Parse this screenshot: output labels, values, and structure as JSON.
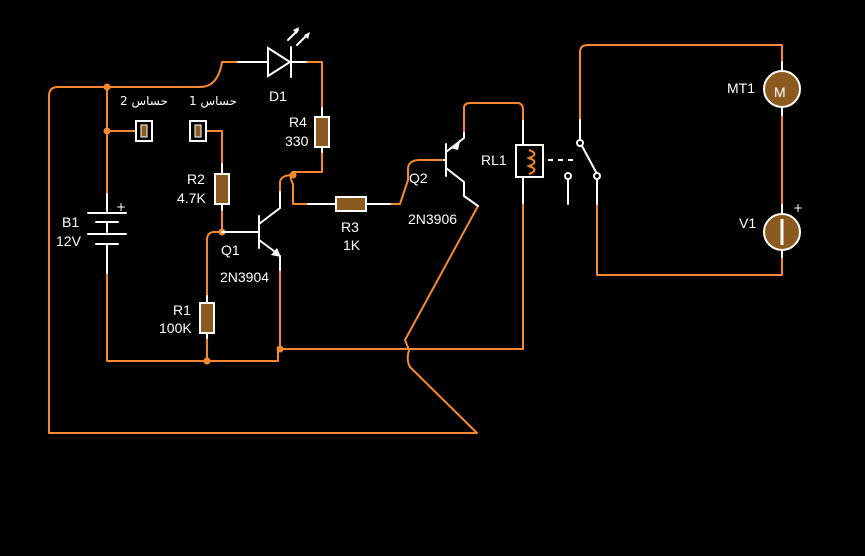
{
  "colors": {
    "background": "#000000",
    "wire": "#f7882f",
    "component_fill": "#8a5a1e",
    "component_stroke": "#ffffff",
    "text": "#ffffff"
  },
  "sensors": [
    {
      "label": "حساس 2"
    },
    {
      "label": "حساس 1"
    }
  ],
  "components": {
    "d1": {
      "ref": "D1"
    },
    "r4": {
      "ref": "R4",
      "value": "330"
    },
    "r2": {
      "ref": "R2",
      "value": "4.7K"
    },
    "r3": {
      "ref": "R3",
      "value": "1K"
    },
    "r1": {
      "ref": "R1",
      "value": "100K"
    },
    "q1": {
      "ref": "Q1",
      "part": "2N3904"
    },
    "q2": {
      "ref": "Q2",
      "part": "2N3906"
    },
    "b1": {
      "ref": "B1",
      "value": "12V"
    },
    "rl1": {
      "ref": "RL1"
    },
    "mt1": {
      "ref": "MT1",
      "symbol": "M"
    },
    "v1": {
      "ref": "V1"
    }
  }
}
